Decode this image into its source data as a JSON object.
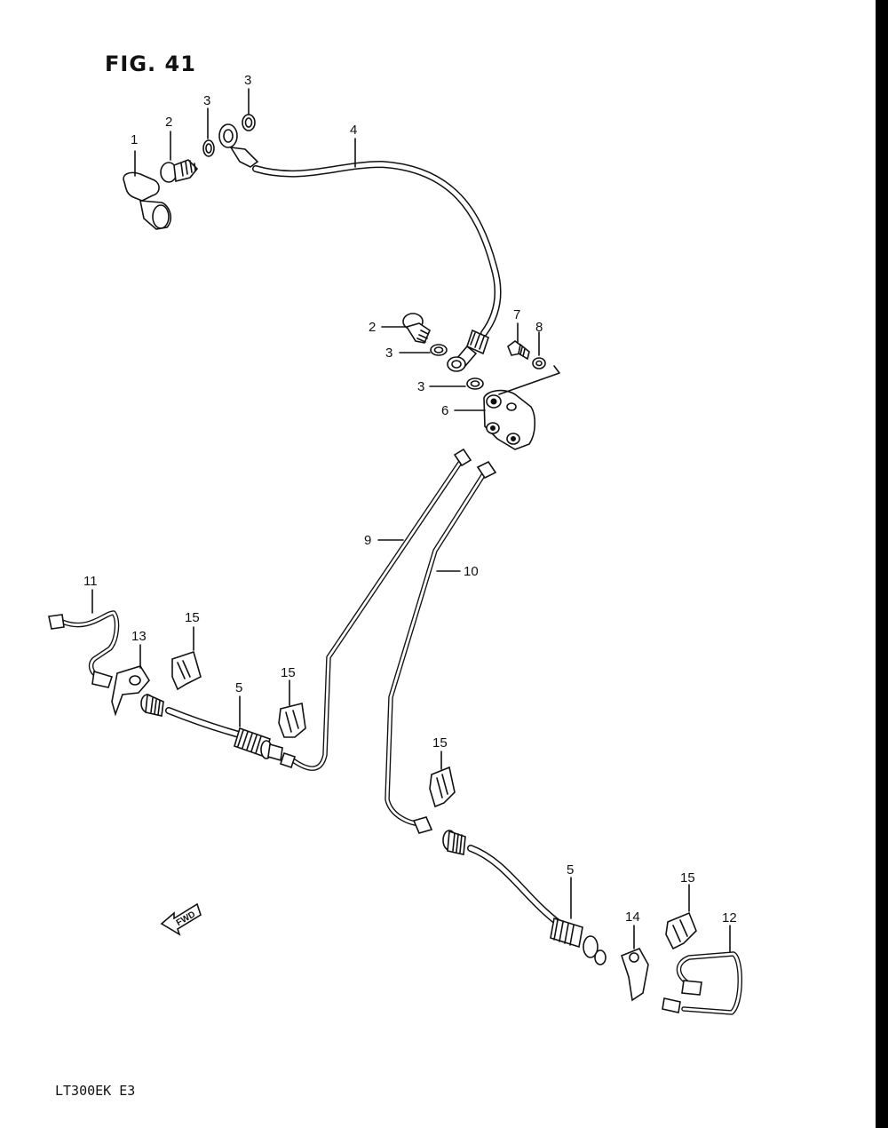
{
  "figure": {
    "title": "FIG. 41",
    "model": "LT300EK  E3"
  },
  "fwd_label": "FWD",
  "callouts": {
    "c1": "1",
    "c2a": "2",
    "c2b": "2",
    "c3a": "3",
    "c3b": "3",
    "c3c": "3",
    "c3d": "3",
    "c4": "4",
    "c5a": "5",
    "c5b": "5",
    "c6": "6",
    "c7": "7",
    "c8": "8",
    "c9": "9",
    "c10": "10",
    "c11": "11",
    "c12": "12",
    "c13": "13",
    "c14": "14",
    "c15a": "15",
    "c15b": "15",
    "c15c": "15",
    "c15d": "15"
  }
}
